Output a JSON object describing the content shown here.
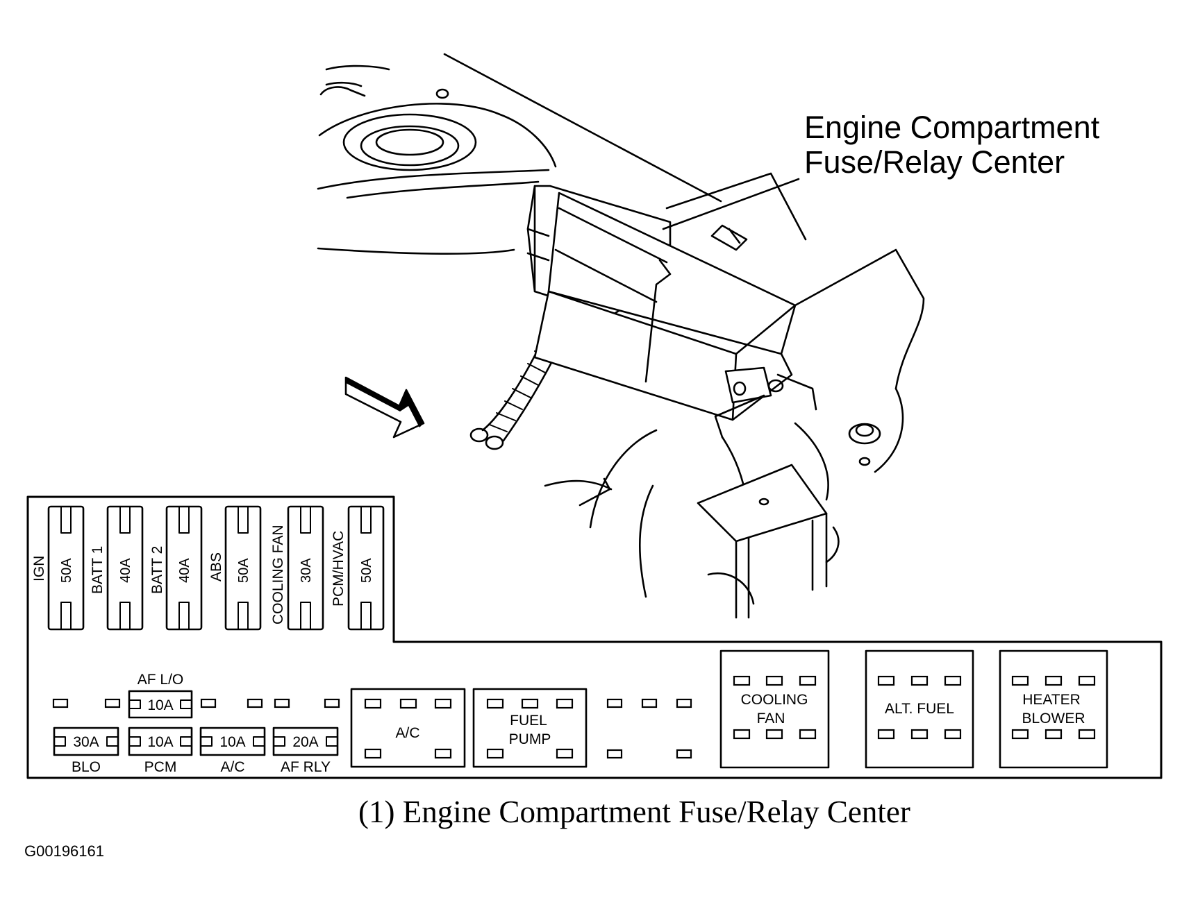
{
  "callout": {
    "line1": "Engine Compartment",
    "line2": "Fuse/Relay Center"
  },
  "caption": "(1) Engine Compartment Fuse/Relay Center",
  "figure_id": "G00196161",
  "maxi_fuses": [
    {
      "name": "IGN",
      "rating": "50A"
    },
    {
      "name": "BATT 1",
      "rating": "40A"
    },
    {
      "name": "BATT 2",
      "rating": "40A"
    },
    {
      "name": "ABS",
      "rating": "50A"
    },
    {
      "name": "COOLING FAN",
      "rating": "30A"
    },
    {
      "name": "PCM/HVAC",
      "rating": "50A"
    }
  ],
  "mini_fuses": {
    "af_lo": {
      "rating": "10A",
      "label": "AF L/O"
    },
    "blo": {
      "rating": "30A",
      "label": "BLO"
    },
    "pcm": {
      "rating": "10A",
      "label": "PCM"
    },
    "ac": {
      "rating": "10A",
      "label": "A/C"
    },
    "af_rly": {
      "rating": "20A",
      "label": "AF RLY"
    }
  },
  "relays": {
    "ac": "A/C",
    "fuel_pump": [
      "FUEL",
      "PUMP"
    ],
    "cooling_fan": [
      "COOLING",
      "FAN"
    ],
    "alt_fuel": "ALT. FUEL",
    "heater_blower": [
      "HEATER",
      "BLOWER"
    ]
  },
  "colors": {
    "ink": "#000000",
    "paper": "#ffffff"
  }
}
